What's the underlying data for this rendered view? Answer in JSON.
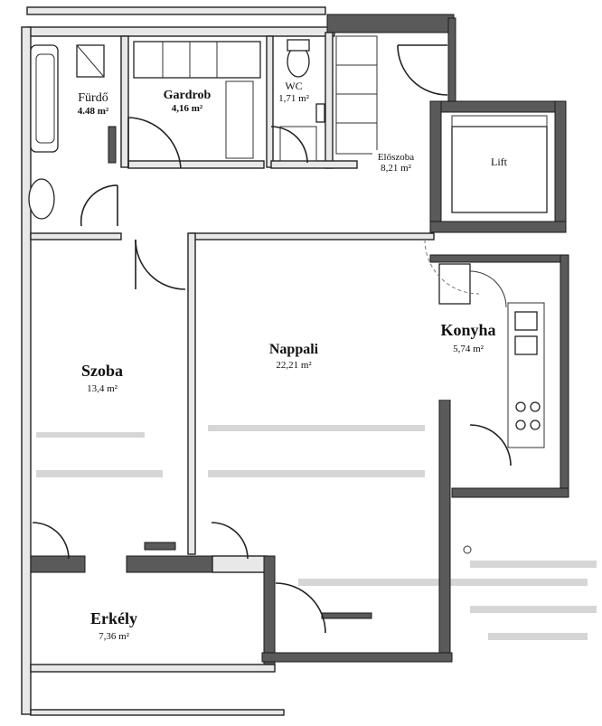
{
  "rooms": {
    "furdo": {
      "name": "Fürdő",
      "area": "4.48 m²"
    },
    "gardrob": {
      "name": "Gardrob",
      "area": "4,16 m²"
    },
    "wc": {
      "name": "WC",
      "area": "1,71 m²"
    },
    "eloszoba": {
      "name": "Előszoba",
      "area": "8,21 m²"
    },
    "lift": {
      "name": "Lift"
    },
    "konyha": {
      "name": "Konyha",
      "area": "5,74 m²"
    },
    "szoba": {
      "name": "Szoba",
      "area": "13,4 m²"
    },
    "nappali": {
      "name": "Nappali",
      "area": "22,21 m²"
    },
    "erkely": {
      "name": "Erkély",
      "area": "7,36 m²"
    }
  },
  "colors": {
    "wall": "#5a5a5a",
    "line": "#222222",
    "background": "#ffffff"
  }
}
